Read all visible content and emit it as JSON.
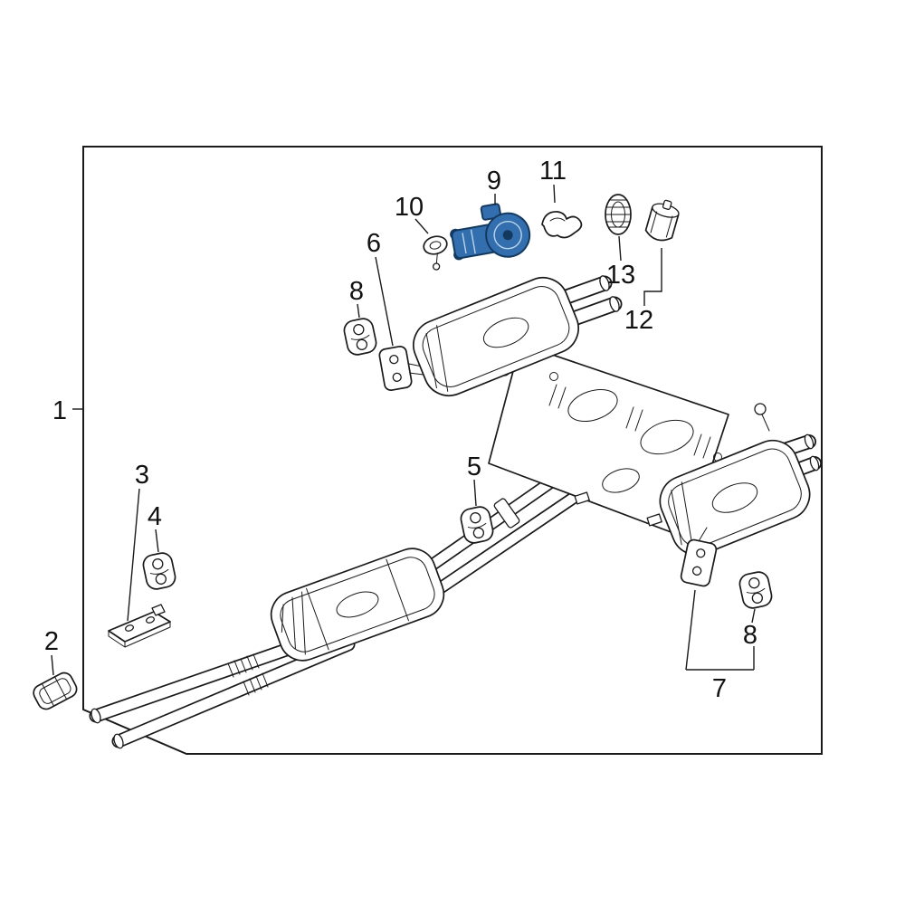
{
  "diagram": {
    "kind": "exploded-parts-diagram",
    "subject": "exhaust system",
    "highlighted_callout": "9",
    "colors": {
      "background": "#ffffff",
      "line": "#1a1a1a",
      "label": "#111111",
      "highlight_fill": "#336fae",
      "highlight_stroke": "#14395f",
      "highlight_detail": "#b9d4ea"
    }
  },
  "callouts": {
    "c1": "1",
    "c2": "2",
    "c3": "3",
    "c4": "4",
    "c5": "5",
    "c6": "6",
    "c7": "7",
    "c8_left": "8",
    "c8_right": "8",
    "c9": "9",
    "c10": "10",
    "c11": "11",
    "c12": "12",
    "c13": "13"
  }
}
